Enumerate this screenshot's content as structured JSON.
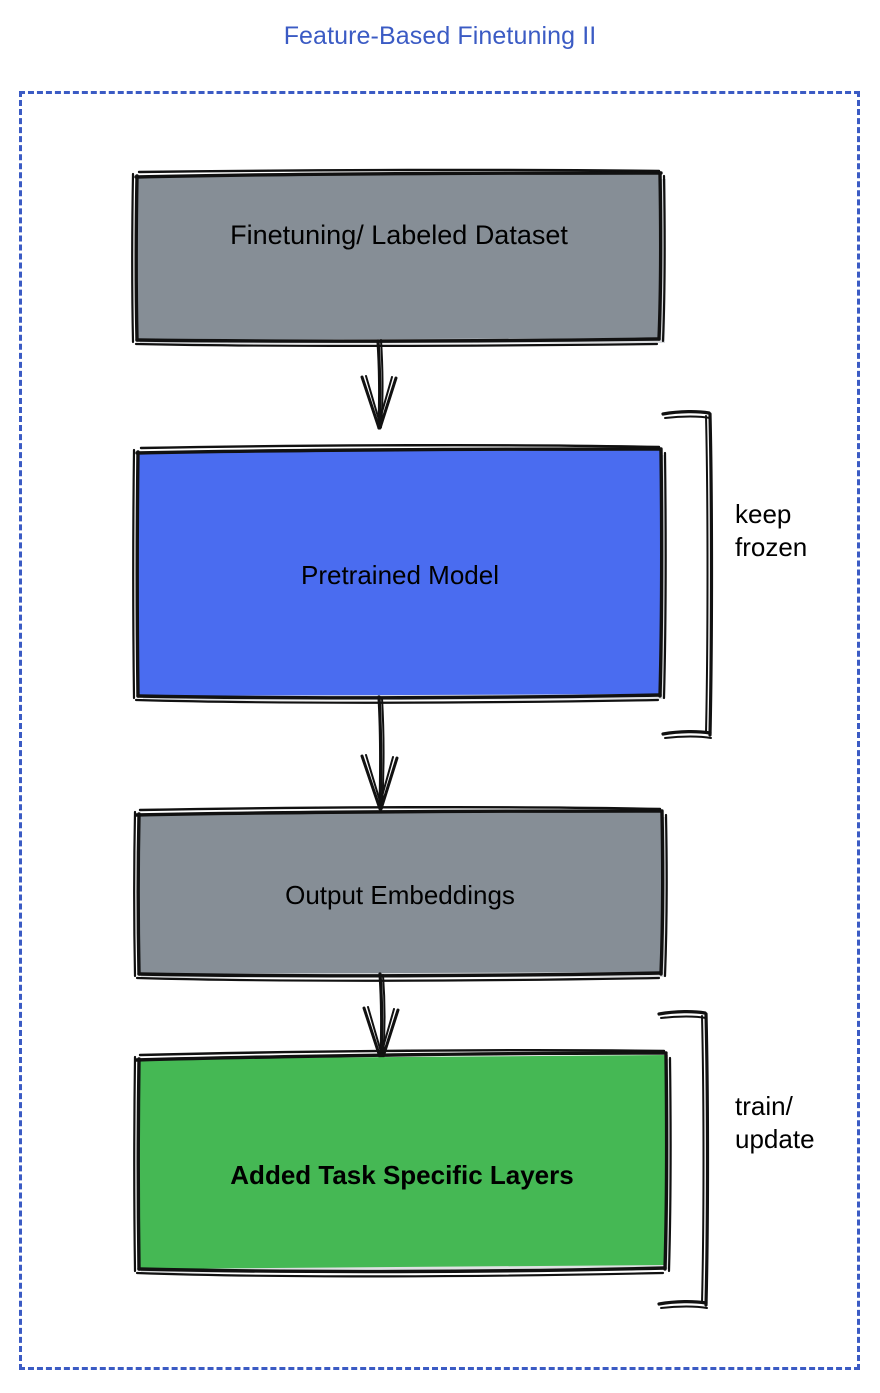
{
  "diagram": {
    "title": "Feature-Based Finetuning II",
    "title_color": "#3b5bc4",
    "frame_border_color": "#3b5bc4",
    "background": "#ffffff",
    "nodes": [
      {
        "id": "finetuning-dataset",
        "label": "Finetuning/ Labeled Dataset",
        "fill": "#868e96",
        "stroke": "#000000"
      },
      {
        "id": "pretrained-model",
        "label": "Pretrained Model",
        "fill": "#4a6cf0",
        "stroke": "#000000"
      },
      {
        "id": "output-embeddings",
        "label": "Output Embeddings",
        "fill": "#868e96",
        "stroke": "#000000"
      },
      {
        "id": "added-task-specific-layers",
        "label": "Added Task Specific Layers",
        "fill": "#45b854",
        "stroke": "#000000"
      }
    ],
    "brackets": [
      {
        "id": "keep-frozen",
        "label": "keep\nfrozen",
        "targets": "pretrained-model"
      },
      {
        "id": "train-update",
        "label": "train/\nupdate",
        "targets": "added-task-specific-layers"
      }
    ],
    "edges": [
      {
        "from": "finetuning-dataset",
        "to": "pretrained-model"
      },
      {
        "from": "pretrained-model",
        "to": "output-embeddings"
      },
      {
        "from": "output-embeddings",
        "to": "added-task-specific-layers"
      }
    ]
  }
}
